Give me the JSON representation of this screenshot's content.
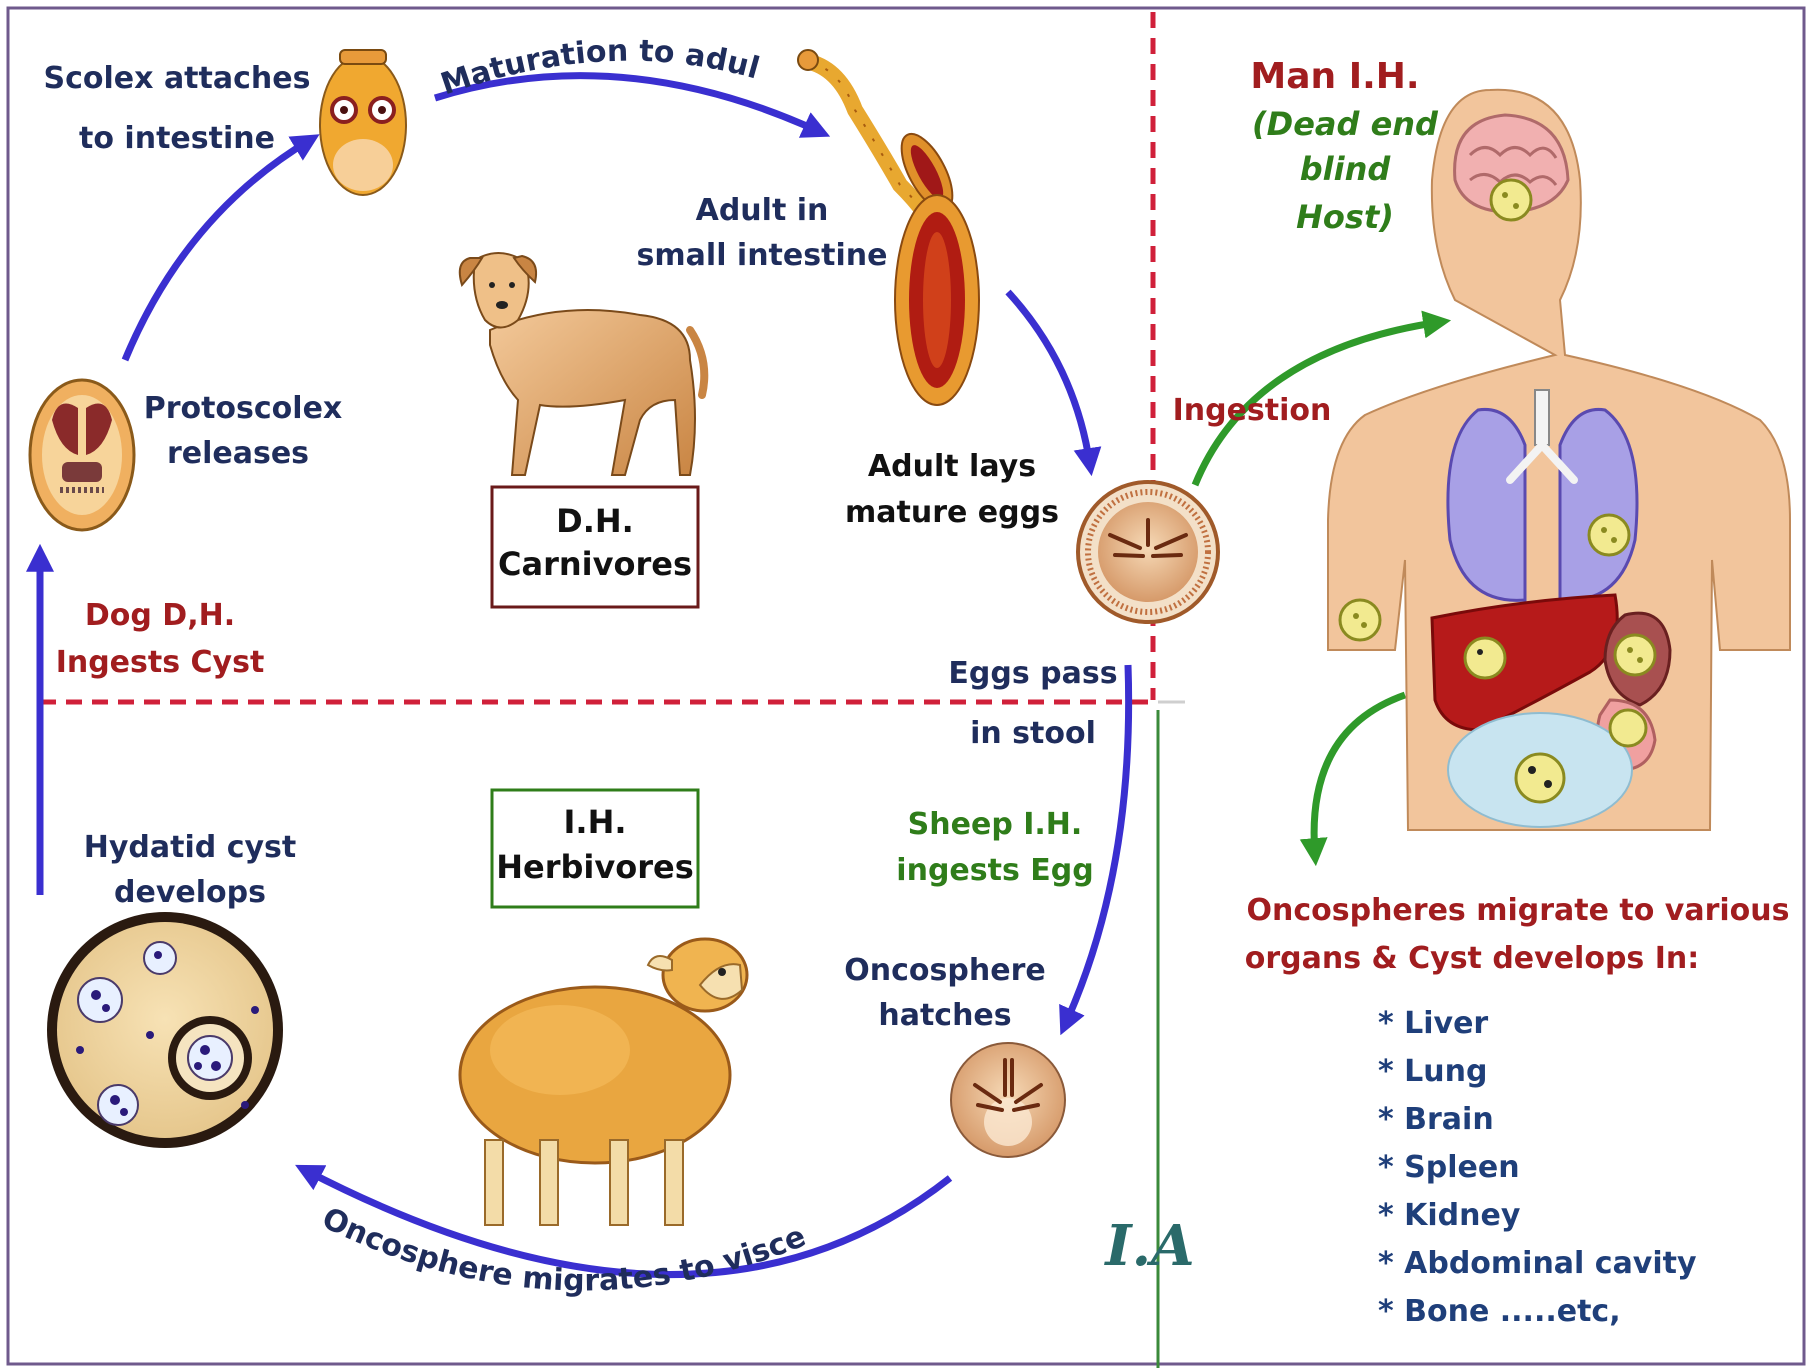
{
  "labels": {
    "scolex_1": "Scolex attaches",
    "scolex_2": "to intestine",
    "maturation": "Maturation to adult",
    "adult_1": "Adult in",
    "adult_2": "small intestine",
    "lays_1": "Adult lays",
    "lays_2": "mature eggs",
    "proto_1": "Protoscolex",
    "proto_2": "releases",
    "dh_1": "D.H.",
    "dh_2": "Carnivores",
    "dog_1": "Dog D,H.",
    "dog_2": "Ingests Cyst",
    "eggs_1": "Eggs pass",
    "eggs_2": "in stool",
    "ih_1": "I.H.",
    "ih_2": "Herbivores",
    "sheep_1": "Sheep I.H.",
    "sheep_2": "ingests Egg",
    "hydatid_1": "Hydatid cyst",
    "hydatid_2": "develops",
    "onco_1": "Oncosphere",
    "onco_2": "hatches",
    "migrates_viscera": "Oncosphere migrates to viscera",
    "man_title": "Man I.H.",
    "dead_1": "(Dead end",
    "dead_2": "blind",
    "dead_3": "Host)",
    "ingestion": "Ingestion",
    "organs_1": "Oncospheres migrate to various",
    "organs_2": "organs & Cyst develops In:",
    "signature": "I.A"
  },
  "organ_list": [
    "* Liver",
    "* Lung",
    "* Brain",
    "* Spleen",
    "* Kidney",
    "* Abdominal cavity",
    "* Bone .....etc,"
  ],
  "colors": {
    "arrow_blue": "#3a2fd0",
    "arrow_green": "#2f9a2a",
    "divider_red": "#d0203a",
    "divider_green": "#3a8a3a",
    "text_navy": "#1f2d5c",
    "text_red": "#a11d1f",
    "text_green": "#2f7d1a"
  },
  "icons": {
    "scolex": "scolex-icon",
    "adult_worm": "adult-tapeworm-icon",
    "egg": "egg-icon",
    "protoscolex": "protoscolex-icon",
    "dog": "dog-icon",
    "sheep": "sheep-icon",
    "hydatid_cyst": "hydatid-cyst-icon",
    "oncosphere": "oncosphere-icon",
    "human": "human-body-icon"
  }
}
